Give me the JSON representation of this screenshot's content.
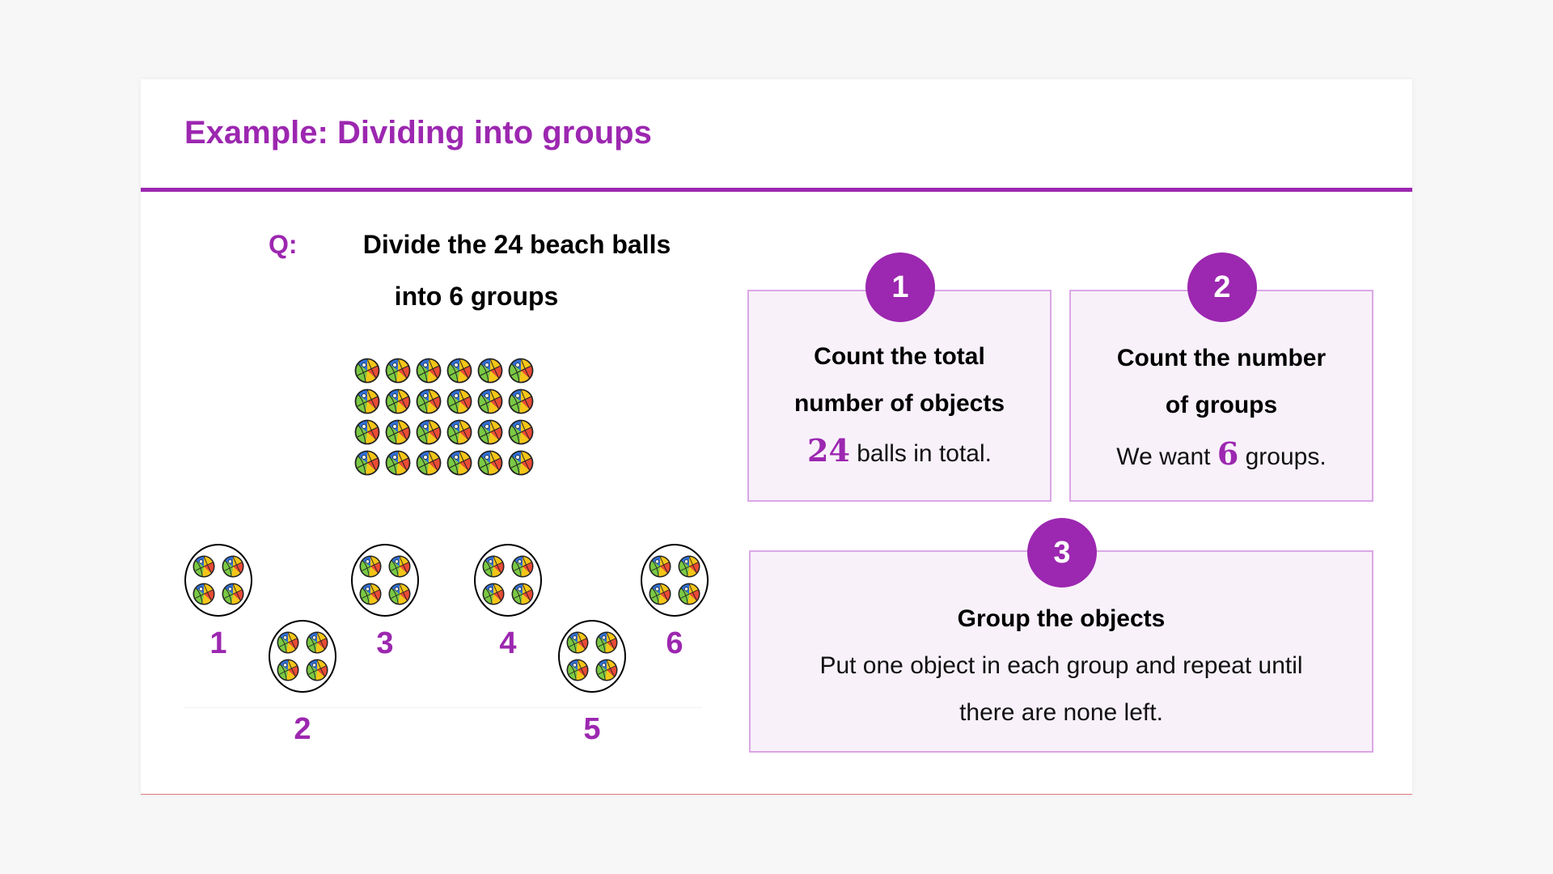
{
  "title": "Example: Dividing into groups",
  "question": {
    "label": "Q:",
    "line1": "Divide the 24 beach balls",
    "line2": "into 6 groups"
  },
  "illustration": {
    "ball_total": 24,
    "ball_grid_columns": 6,
    "ball_icon": "beach-ball-icon",
    "groups": [
      {
        "number": "1",
        "balls": 4
      },
      {
        "number": "2",
        "balls": 4
      },
      {
        "number": "3",
        "balls": 4
      },
      {
        "number": "4",
        "balls": 4
      },
      {
        "number": "5",
        "balls": 4
      },
      {
        "number": "6",
        "balls": 4
      }
    ]
  },
  "steps": [
    {
      "number": "1",
      "heading_line1": "Count the total",
      "heading_line2": "number of objects",
      "value": "24",
      "text_after": "balls in total."
    },
    {
      "number": "2",
      "heading_line1": "Count the number",
      "heading_line2": "of groups",
      "text_before": "We want",
      "value": "6",
      "text_after": "groups."
    },
    {
      "number": "3",
      "heading": "Group the objects",
      "text_line1": "Put one object in each group and repeat until",
      "text_line2": "there are none left."
    }
  ],
  "colors": {
    "accent": "#9c27b0",
    "box_fill": "#f8f1fa",
    "box_border": "#dba7e6",
    "ball_green": "#7ac943",
    "ball_yellow": "#f5c518",
    "ball_red": "#e94b35",
    "ball_blue": "#2f6fd6"
  }
}
